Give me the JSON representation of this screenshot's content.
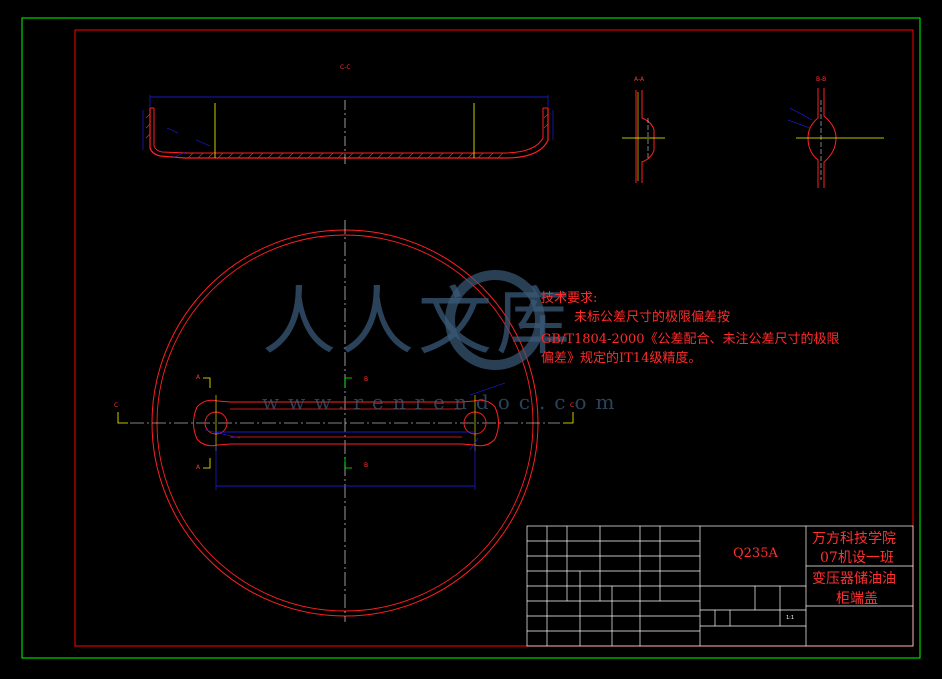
{
  "views": {
    "section_cc_label": "C-C",
    "section_aa_label": "A-A",
    "section_bb_label": "B-B",
    "mark_a": "A",
    "mark_b": "B",
    "mark_c": "C"
  },
  "notes": {
    "title": "技术要求:",
    "line1": "未标公差尺寸的极限偏差按",
    "line2": "GB/T1804-2000《公差配合、未注公差尺寸的极限",
    "line3": "偏差》规定的IT14级精度。"
  },
  "title_block": {
    "material": "Q235A",
    "school_line1": "万方科技学院",
    "school_line2": "07机设一班",
    "drawing_line1": "变压器储油油",
    "drawing_line2": "柜端盖",
    "scale": "1:1"
  },
  "watermark": {
    "brand": "人人文库",
    "url": "www.renrendoc.com"
  },
  "colors": {
    "frame_green": "#00ff00",
    "frame_red": "#ff0000",
    "part_red": "#ff2020",
    "dim_blue": "#2020ff",
    "center_white": "#ffffff",
    "section_yellow": "#ffff00"
  }
}
